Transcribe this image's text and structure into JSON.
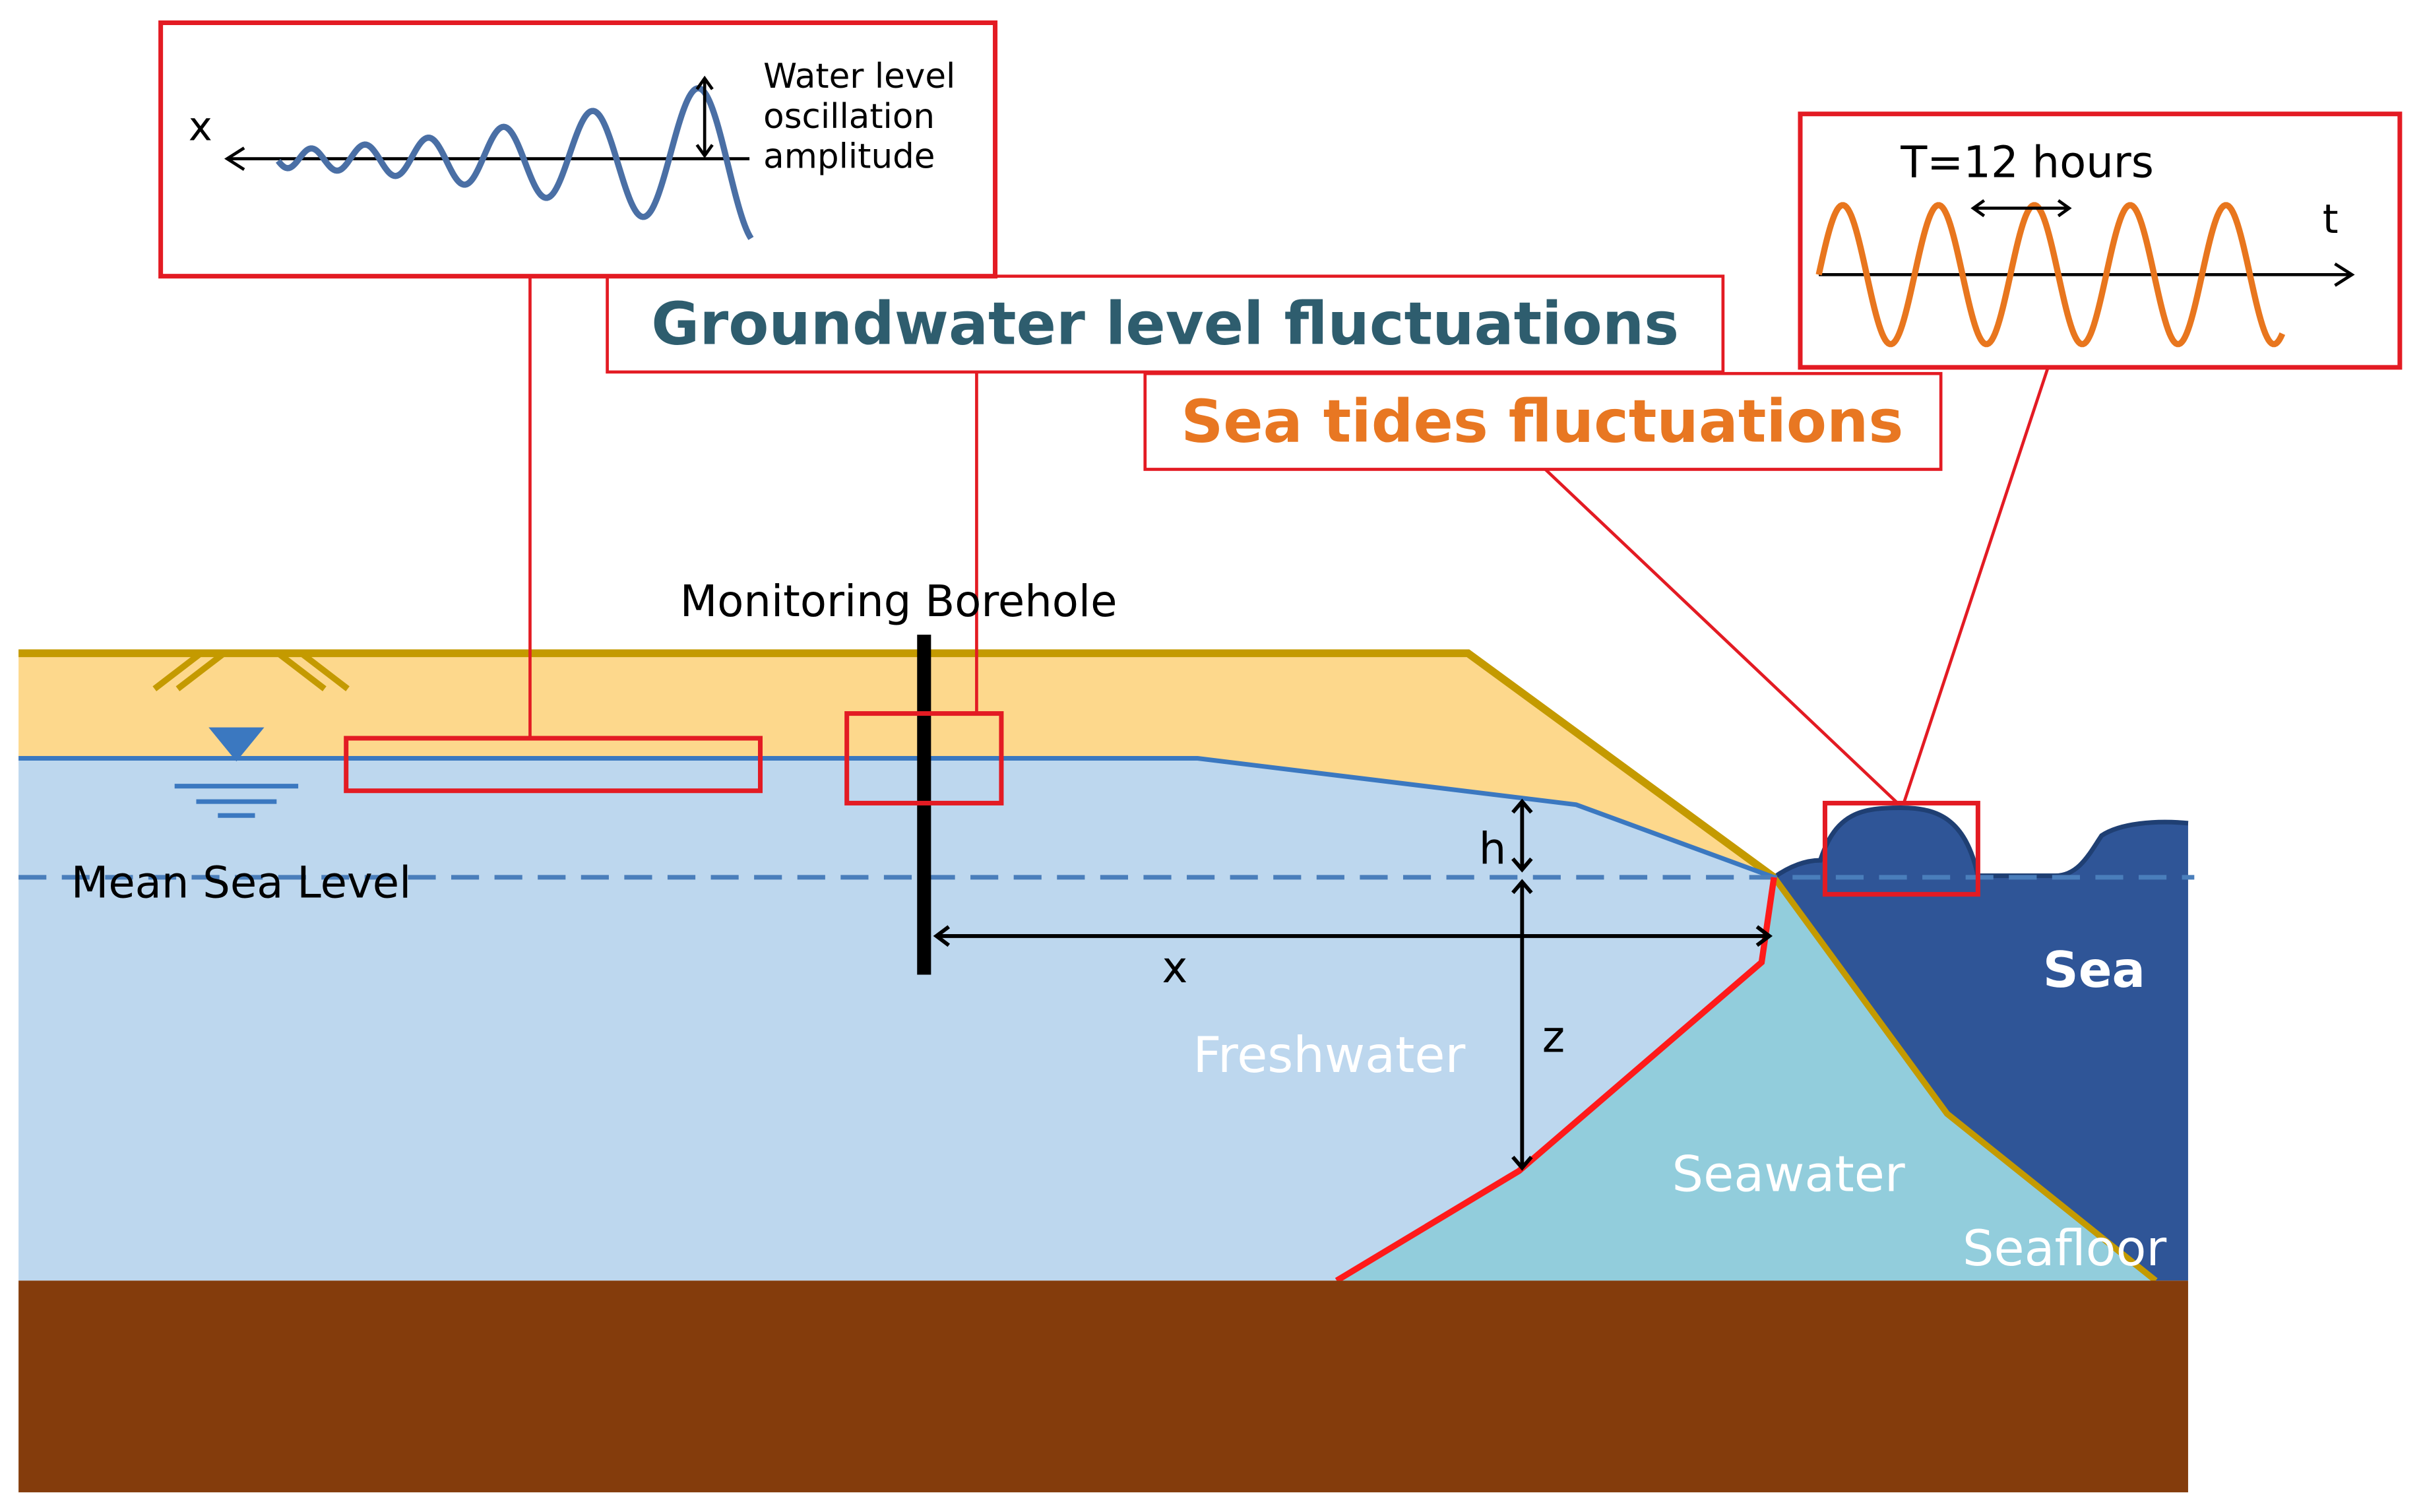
{
  "title_groundwater": "Groundwater level fluctuations",
  "title_tides": "Sea tides fluctuations",
  "inset_groundwater": {
    "axis_label": "x",
    "amplitude_label_line1": "Water level",
    "amplitude_label_line2": "oscillation",
    "amplitude_label_line3": "amplitude"
  },
  "inset_tides": {
    "period_label": "T=12 hours",
    "axis_label": "t"
  },
  "labels": {
    "borehole": "Monitoring Borehole",
    "mean_sea_level": "Mean Sea Level",
    "h": "h",
    "x": "x",
    "z": "z",
    "freshwater": "Freshwater",
    "seawater": "Seawater",
    "sea": "Sea",
    "seafloor": "Seafloor"
  },
  "colors": {
    "callout_red": "#e31b23",
    "groundwater_title": "#2e5d6e",
    "tides_title": "#e87722",
    "sand": "#fdd88c",
    "sand_line": "#c49a00",
    "freshwater": "#bdd7ee",
    "water_table_line": "#3b78c0",
    "seawater_wedge": "#92cddc",
    "sea": "#2f5597",
    "bedrock": "#843c0c",
    "gw_wave": "#4a6fa5",
    "tide_wave": "#e8761e"
  }
}
